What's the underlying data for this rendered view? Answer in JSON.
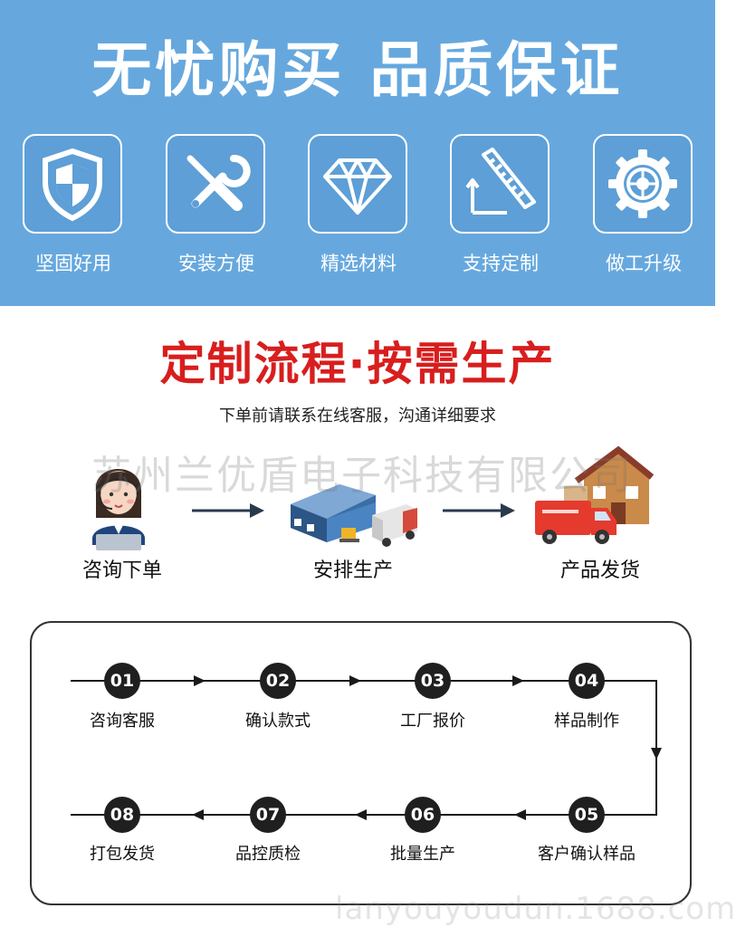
{
  "banner": {
    "title": "无忧购买 品质保证",
    "features": [
      {
        "label": "坚固好用",
        "icon": "shield-icon"
      },
      {
        "label": "安装方便",
        "icon": "wrench-screwdriver-icon"
      },
      {
        "label": "精选材料",
        "icon": "diamond-icon"
      },
      {
        "label": "支持定制",
        "icon": "ruler-icon"
      },
      {
        "label": "做工升级",
        "icon": "gear-icon"
      }
    ]
  },
  "process": {
    "title": "定制流程·按需生产",
    "subtitle": "下单前请联系在线客服，沟通详细要求",
    "watermark": "苏州兰优盾电子科技有限公司",
    "stages": [
      {
        "label": "咨询下单",
        "icon": "customer-service-icon"
      },
      {
        "label": "安排生产",
        "icon": "factory-icon"
      },
      {
        "label": "产品发货",
        "icon": "delivery-truck-icon"
      }
    ]
  },
  "flow": {
    "steps": [
      {
        "num": "01",
        "label": "咨询客服"
      },
      {
        "num": "02",
        "label": "确认款式"
      },
      {
        "num": "03",
        "label": "工厂报价"
      },
      {
        "num": "04",
        "label": "样品制作"
      },
      {
        "num": "05",
        "label": "客户确认样品"
      },
      {
        "num": "06",
        "label": "批量生产"
      },
      {
        "num": "07",
        "label": "品控质检"
      },
      {
        "num": "08",
        "label": "打包发货"
      }
    ]
  },
  "footer_watermark": "lanyouyoudun.1688.com",
  "colors": {
    "banner_blue": "#66a8de",
    "title_red": "#d81e1e",
    "node_black": "#1f1f1f"
  }
}
